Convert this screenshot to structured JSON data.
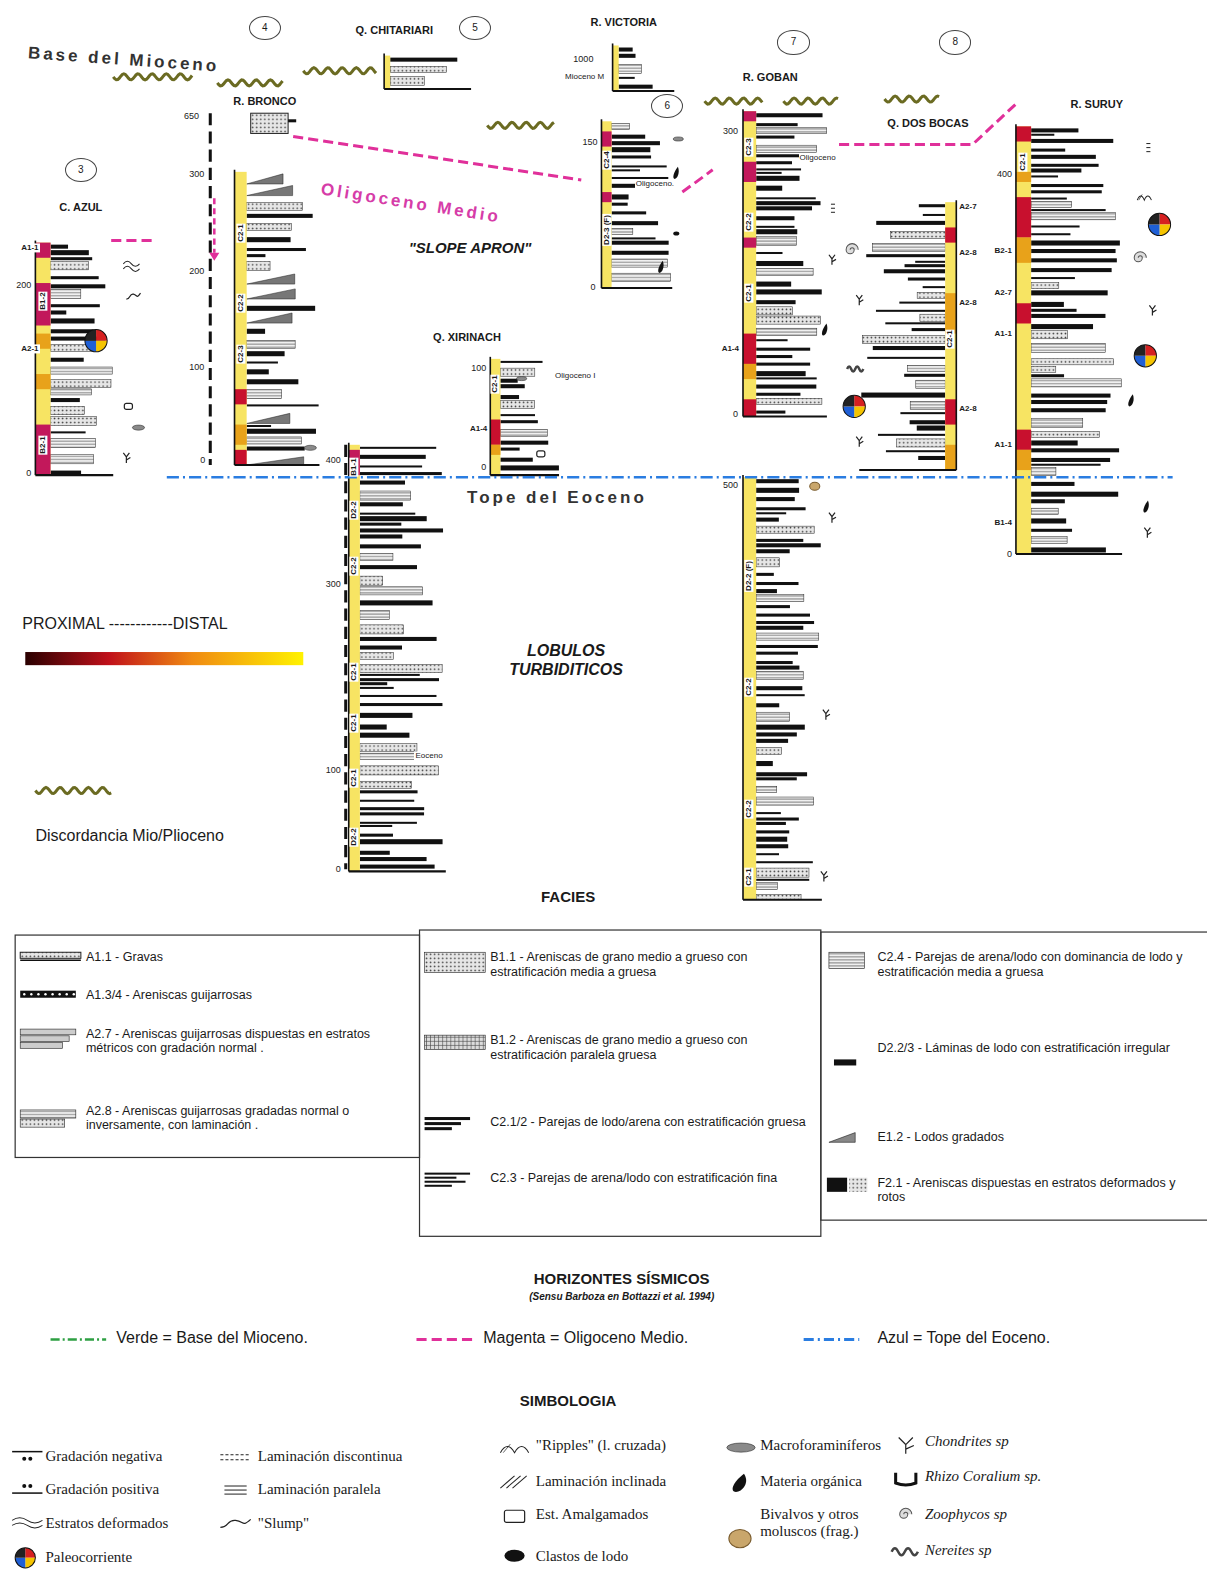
{
  "diagram": {
    "nodes": [
      {
        "text": [
          "3"
        ]
      },
      {
        "text": [
          "4"
        ]
      },
      {
        "text": [
          "5"
        ]
      },
      {
        "text": [
          "6"
        ]
      },
      {
        "text": [
          "7"
        ]
      },
      {
        "text": [
          "8"
        ]
      }
    ],
    "labels": [
      "Base del Mioceno",
      "Oligoceno Medio",
      "Tope del Eoceno",
      "\"SLOPE APRON\"",
      "LOBULOS TURBIDITICOS",
      "PROXIMAL ------------DISTAL",
      "Discordancia Mio/Plioceno",
      "FACIES",
      "HORIZONTES SÍSMICOS",
      "(Sensu Barboza en Bottazzi et al. 1994)",
      "SIMBOLOGIA",
      "C. AZUL",
      "R. BRONCO",
      "Q. CHITARIARI",
      "R. VICTORIA",
      "R. GOBAN",
      "Q. DOS BOCAS",
      "R. SURUY",
      "Q. XIRINACH",
      "200",
      "0",
      "650",
      "300",
      "200",
      "100",
      "0",
      "1000",
      "Mioceno M",
      "150",
      "0",
      "100",
      "0",
      "400",
      "300",
      "100",
      "0",
      "300",
      "0",
      "500",
      "400",
      "0",
      "Oligoceno",
      "Oligoceno.",
      "Oligoceno I",
      "Eoceno",
      "A1-1",
      "B1-2",
      "A2-1",
      "B2-1",
      "C2-1",
      "C2-2",
      "C2-3",
      "C2-4",
      "D2-3 (F)",
      "C2-1",
      "A1-4",
      "B1-1",
      "D2-2",
      "C2-2",
      "C2-1",
      "C2-1",
      "C2-1",
      "D2-2",
      "C2-3",
      "C2-2",
      "C2-1",
      "A1-4",
      "D2-2 (F)",
      "C2-2",
      "C2-2",
      "C2-1",
      "A2-7",
      "A2-8",
      "C2-1",
      "A2-8",
      "A2-8",
      "C2-1",
      "B2-1",
      "A2-7",
      "A1-1",
      "A1-1",
      "B1-4"
    ],
    "legend": [
      {
        "text": "A1.1 - Gravas"
      },
      {
        "text": "A1.3/4 - Areniscas guijarrosas"
      },
      {
        "text": "A2.7 - Areniscas guijarrosas dispuestas en estratos métricos con gradación normal ."
      },
      {
        "text": "A2.8 - Areniscas guijarrosas gradadas normal o inversamente, con laminación ."
      },
      {
        "text": "B1.1 - Areniscas de grano medio a grueso con estratificación media a gruesa"
      },
      {
        "text": "B1.2 - Areniscas de grano medio a grueso con estratificación paralela gruesa"
      },
      {
        "text": "C2.1/2 - Parejas de lodo/arena con estratificación gruesa"
      },
      {
        "text": "C2.3 - Parejas de arena/lodo con estratificación fina"
      },
      {
        "text": "C2.4 - Parejas de arena/lodo con dominancia de lodo y estratificación media a gruesa"
      },
      {
        "text": "D2.2/3 - Láminas de lodo con estratificación irregular"
      },
      {
        "text": "E1.2 - Lodos gradados"
      },
      {
        "text": "F2.1 - Areniscas dispuestas en estratos deformados y rotos"
      },
      {
        "text": "Verde = Base del Mioceno."
      },
      {
        "text": "Magenta = Oligoceno Medio."
      },
      {
        "text": "Azul = Tope del Eoceno."
      },
      {
        "text": "Gradación negativa"
      },
      {
        "text": "Gradación positiva"
      },
      {
        "text": "Estratos deformados"
      },
      {
        "text": "Paleocorriente"
      },
      {
        "text": "Laminación discontinua"
      },
      {
        "text": "Laminación paralela"
      },
      {
        "text": "\"Slump\""
      },
      {
        "text": "\"Ripples\" (l. cruzada)"
      },
      {
        "text": "Laminación inclinada"
      },
      {
        "text": "Est. Amalgamados"
      },
      {
        "text": "Clastos de lodo"
      },
      {
        "text": "Macroforaminíferos"
      },
      {
        "text": "Materia orgánica"
      },
      {
        "text": "Bivalvos y otros moluscos (frag.)"
      },
      {
        "text": "Chondrites sp"
      },
      {
        "text": "Rhizo Coralium sp."
      },
      {
        "text": "Zoophycos sp"
      },
      {
        "text": "Nereites sp"
      }
    ]
  }
}
